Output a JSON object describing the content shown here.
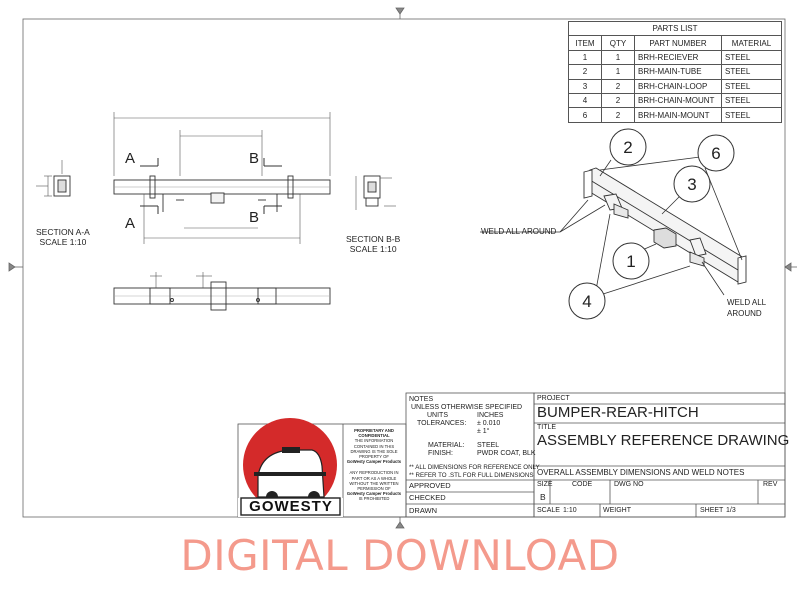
{
  "parts_list": {
    "title": "PARTS LIST",
    "headers": [
      "ITEM",
      "QTY",
      "PART NUMBER",
      "MATERIAL"
    ],
    "rows": [
      [
        "1",
        "1",
        "BRH-RECIEVER",
        "STEEL"
      ],
      [
        "2",
        "1",
        "BRH-MAIN-TUBE",
        "STEEL"
      ],
      [
        "3",
        "2",
        "BRH-CHAIN-LOOP",
        "STEEL"
      ],
      [
        "4",
        "2",
        "BRH-CHAIN-MOUNT",
        "STEEL"
      ],
      [
        "6",
        "2",
        "BRH-MAIN-MOUNT",
        "STEEL"
      ]
    ]
  },
  "views": {
    "section_aa": {
      "line1": "SECTION A-A",
      "line2": "SCALE 1:10"
    },
    "section_bb": {
      "line1": "SECTION B-B",
      "line2": "SCALE 1:10"
    },
    "cut_a": "A",
    "cut_b": "B"
  },
  "iso_callouts": [
    "2",
    "6",
    "3",
    "1",
    "4"
  ],
  "weld_notes": {
    "left": "WELD ALL AROUND",
    "right_line1": "WELD ALL",
    "right_line2": "AROUND"
  },
  "notes": {
    "title": "NOTES",
    "l1": "UNLESS OTHERWISE SPECIFIED",
    "units_label": "UNITS",
    "units_value": "INCHES",
    "tol_label": "TOLERANCES:",
    "tol_linear": "± 0.010",
    "tol_angular": "± 1°",
    "material_label": "MATERIAL:",
    "material_value": "STEEL",
    "finish_label": "FINISH:",
    "finish_value": "PWDR COAT, BLK",
    "ref1": "** ALL DIMENSIONS FOR REFERENCE ONLY",
    "ref2": "** REFER TO .STL FOR FULL DIMENSIONS"
  },
  "proprietary": {
    "l1": "PROPRIETARY AND",
    "l2": "CONFIDENTIAL",
    "l3": "THE INFORMATION",
    "l4": "CONTAINED IN THIS",
    "l5": "DRAWING IS THE SOLE",
    "l6": "PROPERTY OF",
    "l7": "GoWesty Camper Products",
    "l8": "ANY REPRODUCTION IN",
    "l9": "PART OR AS A WHOLE",
    "l10": "WITHOUT THE WRITTEN",
    "l11": "PERMISSION OF",
    "l12": "GoWesty Camper Products",
    "l13": "IS PROHIBITED"
  },
  "logo": {
    "text": "GOWESTY",
    "color": "#d42a2a"
  },
  "sign": {
    "approved": "APPROVED",
    "checked": "CHECKED",
    "drawn": "DRAWN"
  },
  "title_block": {
    "project_label": "PROJECT",
    "project": "BUMPER-REAR-HITCH",
    "title_label": "TITLE",
    "title": "ASSEMBLY REFERENCE DRAWING",
    "subtitle": "OVERALL ASSEMBLY DIMENSIONS AND WELD NOTES",
    "size_label": "SIZE",
    "size": "B",
    "code_label": "CODE",
    "dwg_label": "DWG NO",
    "rev_label": "REV",
    "scale_label": "SCALE",
    "scale": "1:10",
    "weight_label": "WEIGHT",
    "sheet_label": "SHEET",
    "sheet": "1/3"
  },
  "banner": {
    "text": "DIGITAL DOWNLOAD",
    "color": "#f49a8c"
  }
}
